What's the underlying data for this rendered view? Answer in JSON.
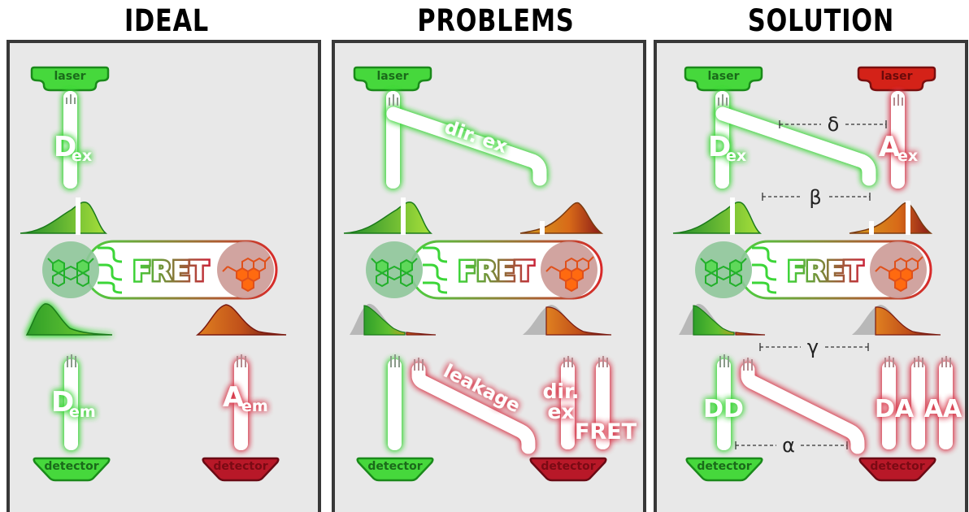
{
  "headings": {
    "ideal": "IDEAL",
    "problems": "PROBLEMS",
    "solution": "SOLUTION"
  },
  "labels": {
    "laser": "laser",
    "detector": "detector",
    "fret": "FRET",
    "d": "D",
    "a": "A",
    "sub_ex": "ex",
    "sub_em": "em",
    "dir_ex": "dir. ex",
    "leakage": "leakage",
    "dir": "dir.",
    "ex": "ex",
    "dd": "DD",
    "da": "DA",
    "aa": "AA"
  },
  "factors": {
    "delta": "δ",
    "beta": "β",
    "gamma": "γ",
    "alpha": "α"
  },
  "colors": {
    "green": "#3cd638",
    "green_dark": "#1e9a1a",
    "red": "#c81e28",
    "red_dark": "#7a0f1e",
    "orange": "#e0641e",
    "panel_bg": "#e8e8e8"
  }
}
